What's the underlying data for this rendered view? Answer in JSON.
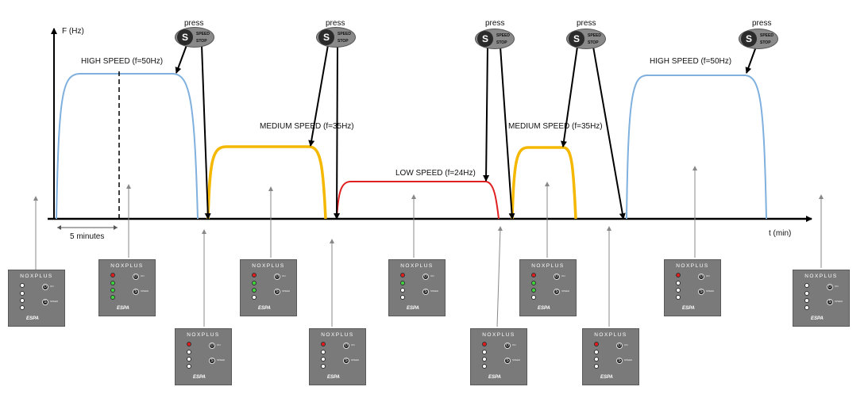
{
  "axis": {
    "y_label": "F (Hz)",
    "x_label": "t (min)"
  },
  "labels": {
    "high1": "HIGH SPEED (f=50Hz)",
    "medium1": "MEDIUM SPEED (f=35Hz)",
    "low": "LOW SPEED (f=24Hz)",
    "medium2": "MEDIUM SPEED (f=35Hz)",
    "high2": "HIGH SPEED (f=50Hz)",
    "interval": "5 minutes"
  },
  "press_text": "press",
  "button": {
    "symbol": "S",
    "line1": "SPEED",
    "line2": "STOP"
  },
  "panel": {
    "title": "NOXPLUS",
    "brand": "ESPA"
  },
  "colors": {
    "high": "#7fb0de",
    "medium": "#f5b800",
    "low": "#e02020",
    "axis": "#000000",
    "pointer": "#888888"
  }
}
